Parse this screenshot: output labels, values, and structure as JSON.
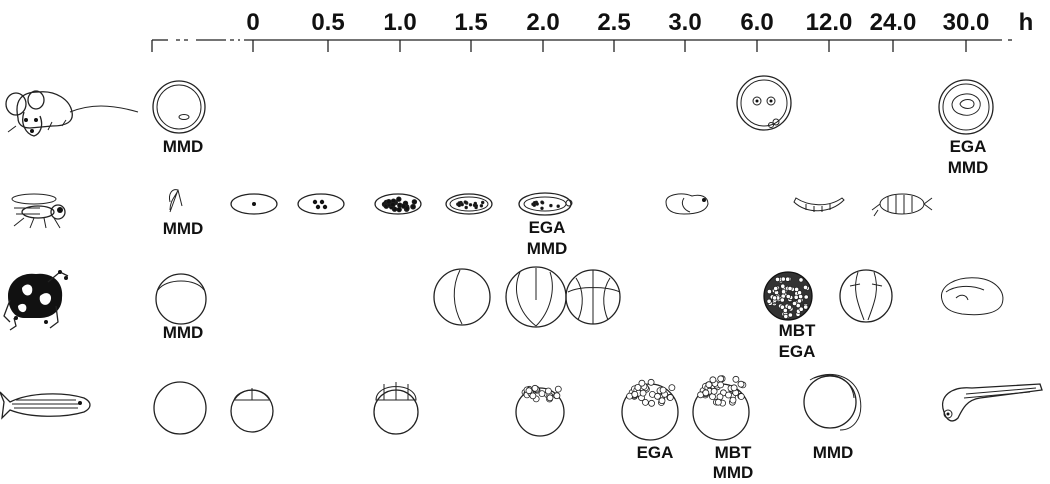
{
  "timeline": {
    "ticks": [
      "0",
      "0.5",
      "1.0",
      "1.5",
      "2.0",
      "2.5",
      "3.0",
      "6.0",
      "12.0",
      "24.0",
      "30.0"
    ],
    "unit": "h"
  },
  "species": [
    {
      "key": "mouse",
      "icon": "mouse-icon"
    },
    {
      "key": "fly",
      "icon": "fruit-fly-icon"
    },
    {
      "key": "frog",
      "icon": "frog-icon"
    },
    {
      "key": "fish",
      "icon": "zebrafish-icon"
    }
  ],
  "labels": {
    "mouse_mmd": "MMD",
    "mouse_egamm_1": "EGA",
    "mouse_egamm_2": "MMD",
    "fly_mmd": "MMD",
    "fly_ega": "EGA",
    "fly_mmd2": "MMD",
    "frog_mmd": "MMD",
    "frog_mbt": "MBT",
    "frog_ega": "EGA",
    "fish_ega": "EGA",
    "fish_mbt": "MBT",
    "fish_mmd": "MMD",
    "fish_mmd2": "MMD"
  }
}
